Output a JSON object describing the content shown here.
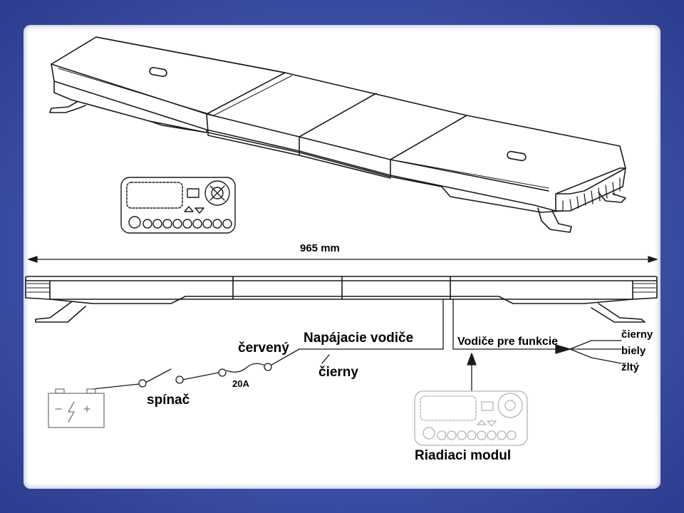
{
  "colors": {
    "frame": "#3f52a8",
    "card": "#ffffff",
    "line": "#1a1a1a",
    "faded": "#b4b4b4"
  },
  "labels": {
    "width": "965 mm",
    "power_wires": "Napájacie vodiče",
    "red": "červený",
    "black_power": "čierny",
    "fuse": "20A",
    "switch": "spínač",
    "function_wires": "Vodiče pre funkcie",
    "wire_black": "čierny",
    "wire_white": "biely",
    "wire_yellow": "žltý",
    "control_module": "Riadiaci modul"
  },
  "icons": {
    "battery": "battery-icon",
    "switch": "switch-icon",
    "fuse": "fuse-icon",
    "controller": "control-panel-icon",
    "lightbar": "light-bar-icon"
  }
}
